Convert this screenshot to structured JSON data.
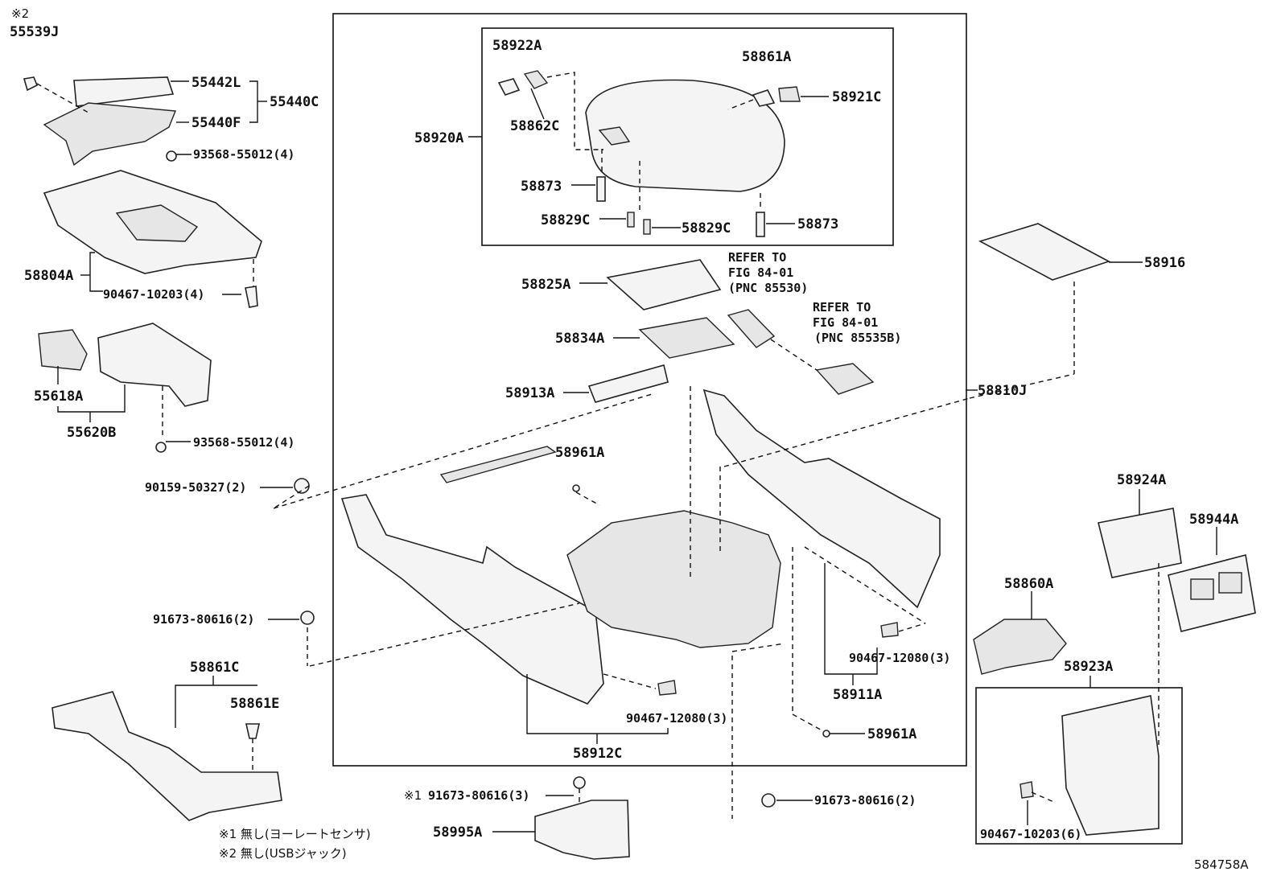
{
  "figure_id": "584758A",
  "notes": {
    "mark1_symbol": "※1",
    "mark2_symbol": "※2",
    "note1": "※1 無し(ヨーレートセンサ)",
    "note2": "※2 無し(USBジャック)"
  },
  "references": {
    "ref1": [
      "REFER TO",
      "FIG 84-01",
      "(PNC 85530)"
    ],
    "ref2": [
      "REFER TO",
      "FIG 84-01",
      "(PNC 85535B)"
    ]
  },
  "labels": {
    "p55539J": "55539J",
    "p55442L": "55442L",
    "p55440C": "55440C",
    "p55440F": "55440F",
    "p93568_1": "93568-55012(4)",
    "p58804A": "58804A",
    "p90467_10203_4": "90467-10203(4)",
    "p55618A": "55618A",
    "p55620B": "55620B",
    "p93568_2": "93568-55012(4)",
    "p90159": "90159-50327(2)",
    "p91673_left": "91673-80616(2)",
    "p58861C": "58861C",
    "p58861E": "58861E",
    "p58922A": "58922A",
    "p58861A": "58861A",
    "p58921C": "58921C",
    "p58920A": "58920A",
    "p58862C": "58862C",
    "p58873_a": "58873",
    "p58873_b": "58873",
    "p58829C_a": "58829C",
    "p58829C_b": "58829C",
    "p58825A": "58825A",
    "p58834A": "58834A",
    "p58913A": "58913A",
    "p58961A_a": "58961A",
    "p58961A_b": "58961A",
    "p58810J": "58810J",
    "p58916": "58916",
    "p58924A": "58924A",
    "p58944A": "58944A",
    "p58860A": "58860A",
    "p58923A": "58923A",
    "p90467_12080_a": "90467-12080(3)",
    "p90467_12080_b": "90467-12080(3)",
    "p58911A": "58911A",
    "p58912C": "58912C",
    "p91673_3": "91673-80616(3)",
    "p58995A": "58995A",
    "p91673_right": "91673-80616(2)",
    "p90467_10203_6": "90467-10203(6)"
  }
}
